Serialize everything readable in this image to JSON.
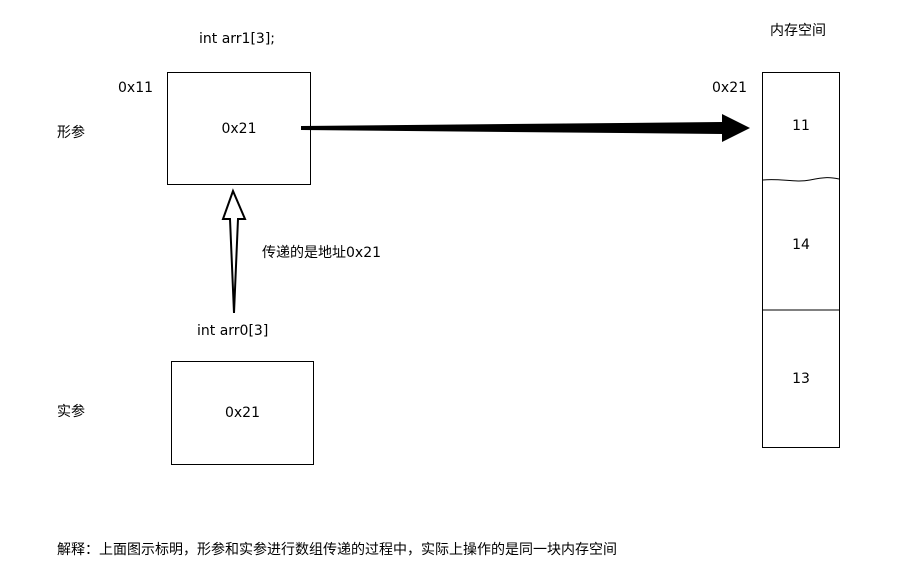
{
  "formal": {
    "declaration": "int arr1[3];",
    "address": "0x11",
    "row_label": "形参",
    "value": "0x21"
  },
  "actual": {
    "declaration": "int arr0[3]",
    "row_label": "实参",
    "value": "0x21"
  },
  "passing_note": "传递的是地址0x21",
  "memory": {
    "title": "内存空间",
    "address": "0x21",
    "cells": [
      "11",
      "14",
      "13"
    ]
  },
  "explanation": "解释：上面图示标明，形参和实参进行数组传递的过程中，实际上操作的是同一块内存空间"
}
